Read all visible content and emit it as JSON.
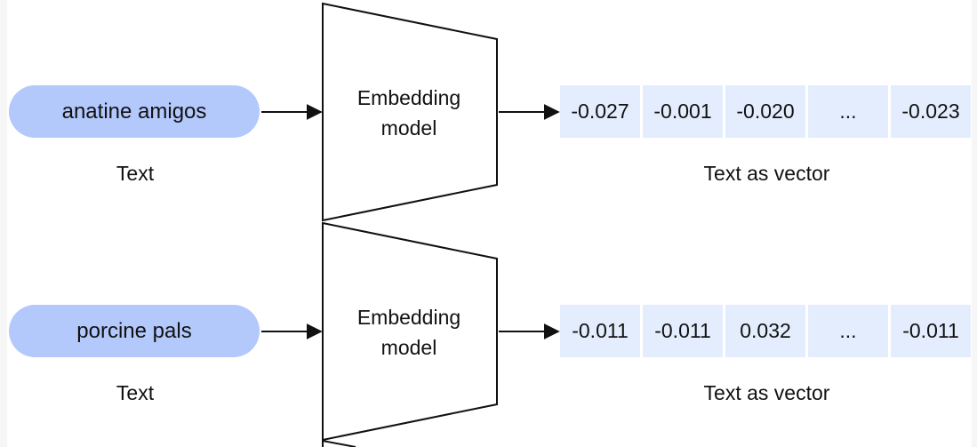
{
  "colors": {
    "pill_fill": "#b3c8fb",
    "cell_fill": "#e3edfd",
    "stroke": "#111111",
    "background": "#ffffff"
  },
  "rows": [
    {
      "input_text": "anatine amigos",
      "input_caption": "Text",
      "model_label_line1": "Embedding",
      "model_label_line2": "model",
      "vector": [
        "-0.027",
        "-0.001",
        "-0.020",
        "...",
        "-0.023"
      ],
      "vector_caption": "Text as vector"
    },
    {
      "input_text": "porcine pals",
      "input_caption": "Text",
      "model_label_line1": "Embedding",
      "model_label_line2": "model",
      "vector": [
        "-0.011",
        "-0.011",
        "0.032",
        "...",
        "-0.011"
      ],
      "vector_caption": "Text as vector"
    }
  ]
}
